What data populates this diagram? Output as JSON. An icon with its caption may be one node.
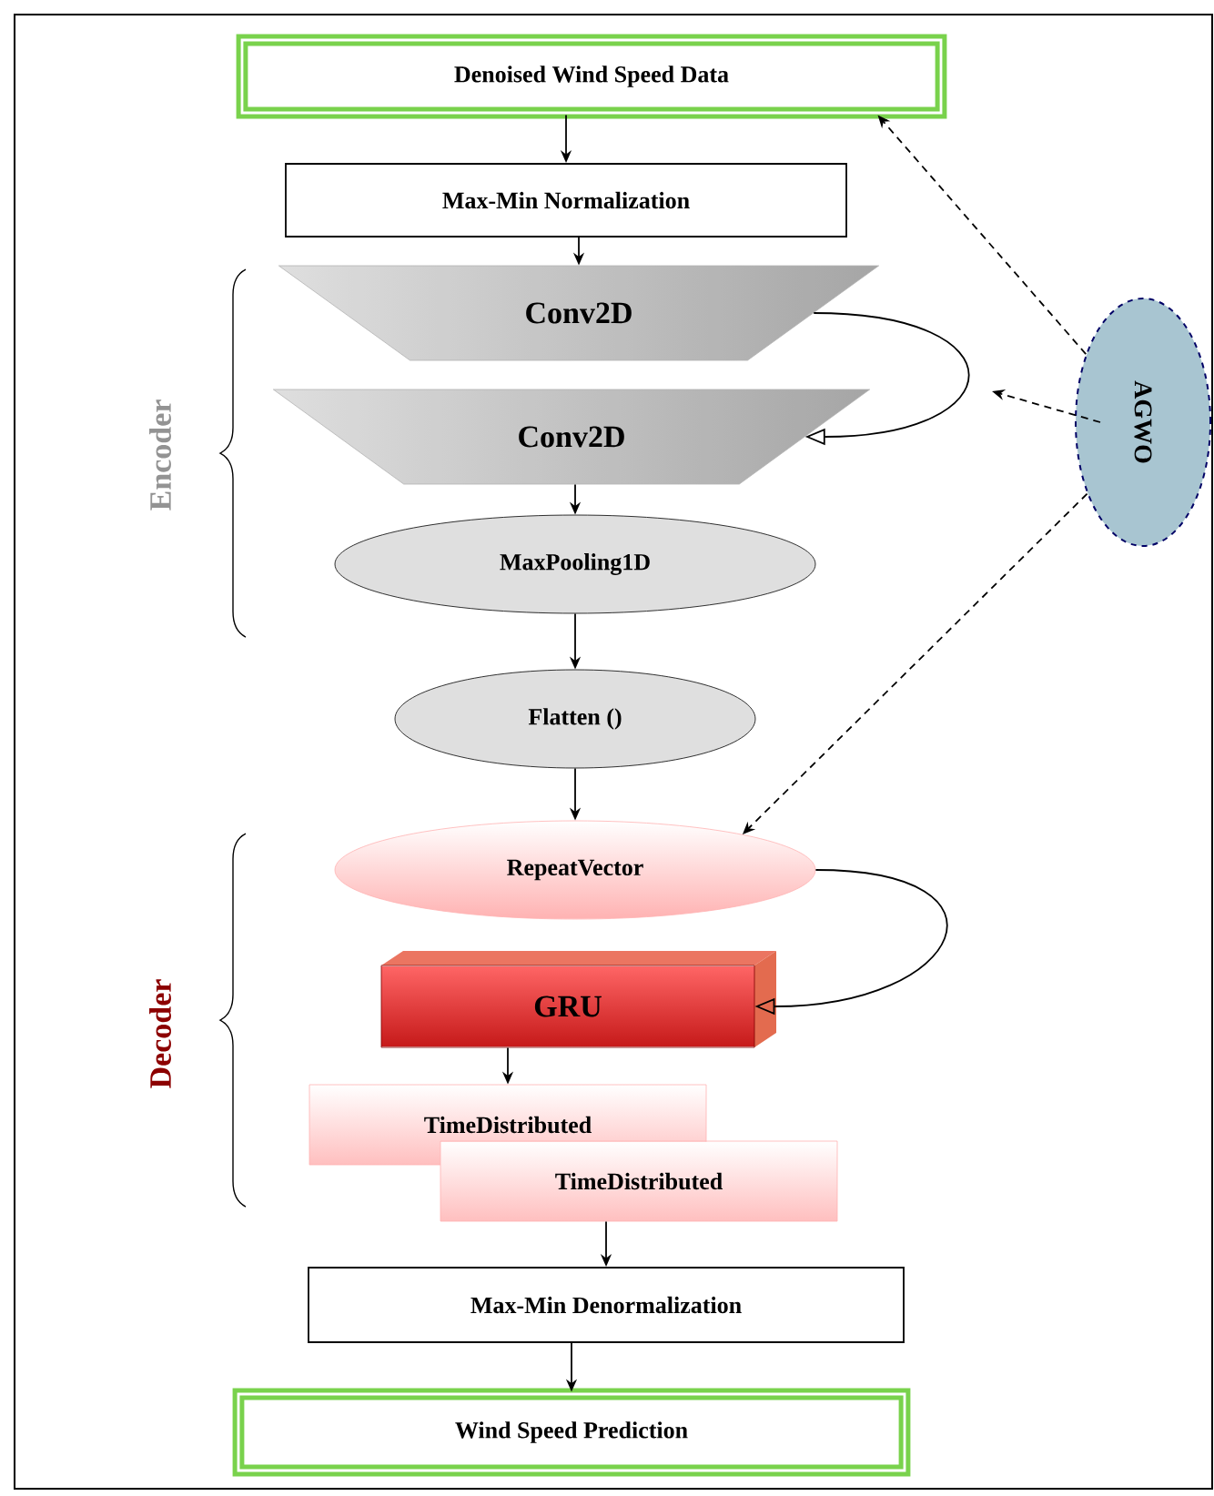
{
  "diagram": {
    "nodes": [
      {
        "text": [
          "Denoised Wind Speed Data"
        ]
      },
      {
        "text": [
          "Max-Min Normalization"
        ]
      },
      {
        "text": [
          "Conv2D"
        ]
      },
      {
        "text": [
          "Conv2D"
        ]
      },
      {
        "text": [
          "MaxPooling1D"
        ]
      },
      {
        "text": [
          "Flatten ()"
        ]
      },
      {
        "text": [
          "RepeatVector"
        ]
      },
      {
        "text": [
          "GRU"
        ]
      },
      {
        "text": [
          "TimeDistributed"
        ]
      },
      {
        "text": [
          "TimeDistributed"
        ]
      },
      {
        "text": [
          "Max-Min Denormalization"
        ]
      },
      {
        "text": [
          "Wind Speed Prediction"
        ]
      },
      {
        "text": [
          "AGWO"
        ]
      }
    ],
    "edges": [
      {
        "from": 0,
        "to": 1,
        "arrow": "to"
      },
      {
        "from": 1,
        "to": 2,
        "arrow": "to"
      },
      {
        "from": 2,
        "to": 3,
        "arrow": "to"
      },
      {
        "from": 3,
        "to": 4,
        "arrow": "to"
      },
      {
        "from": 4,
        "to": 5,
        "arrow": "to"
      },
      {
        "from": 5,
        "to": 6,
        "arrow": "to"
      },
      {
        "from": 6,
        "to": 7,
        "arrow": "to"
      },
      {
        "from": 7,
        "to": 8,
        "arrow": "to"
      },
      {
        "from": 9,
        "to": 10,
        "arrow": "to"
      },
      {
        "from": 10,
        "to": 11,
        "arrow": "to"
      },
      {
        "from": 12,
        "to": 0,
        "arrow": "to",
        "style": "dashed"
      },
      {
        "from": 12,
        "to": null,
        "arrow": "to",
        "style": "dashed"
      },
      {
        "from": 12,
        "to": 6,
        "arrow": "to",
        "style": "dashed"
      }
    ],
    "labels": [
      "Encoder",
      "Decoder"
    ]
  }
}
